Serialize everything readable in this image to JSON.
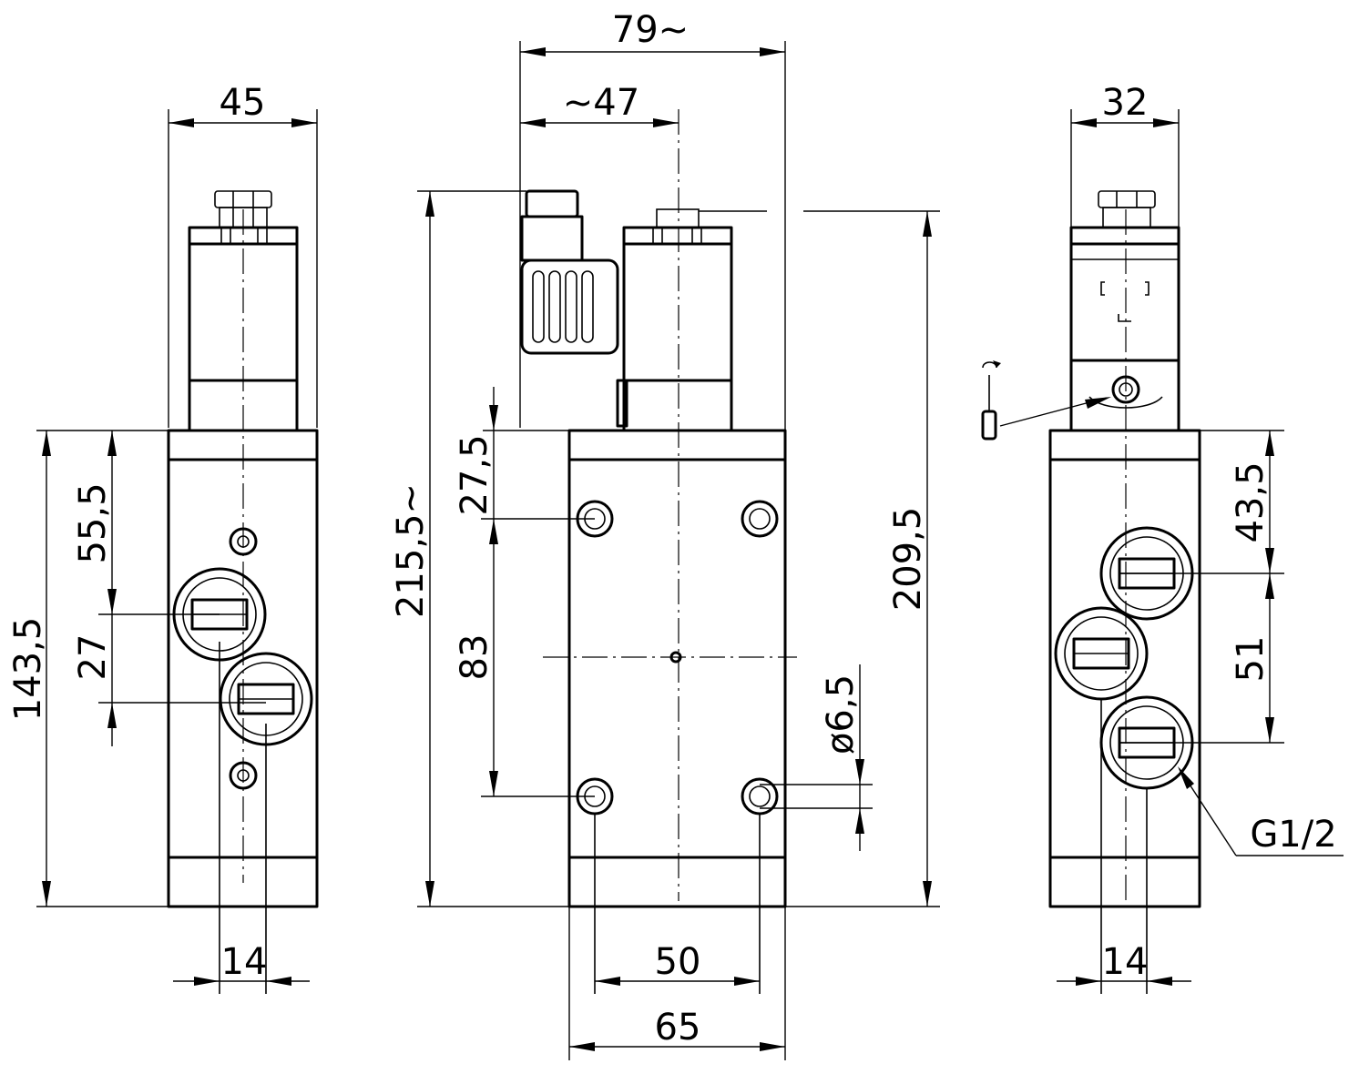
{
  "dimensions": {
    "left_view": {
      "width_total": "45",
      "height_body": "143,5",
      "port_upper": "55,5",
      "port_spacing": "27",
      "port_width": "14"
    },
    "front_view": {
      "width_overall": "79~",
      "coil_offset": "~47",
      "height_overall": "215,5~",
      "height_base": "209,5",
      "hole_top_offset": "27,5",
      "hole_spacing_v": "83",
      "hole_diameter": "ø6,5",
      "hole_spacing_h": "50",
      "body_width": "65"
    },
    "right_view": {
      "coil_width": "32",
      "port_upper": "43,5",
      "port_spacing": "51",
      "port_width": "14",
      "thread": "G1/2"
    }
  }
}
